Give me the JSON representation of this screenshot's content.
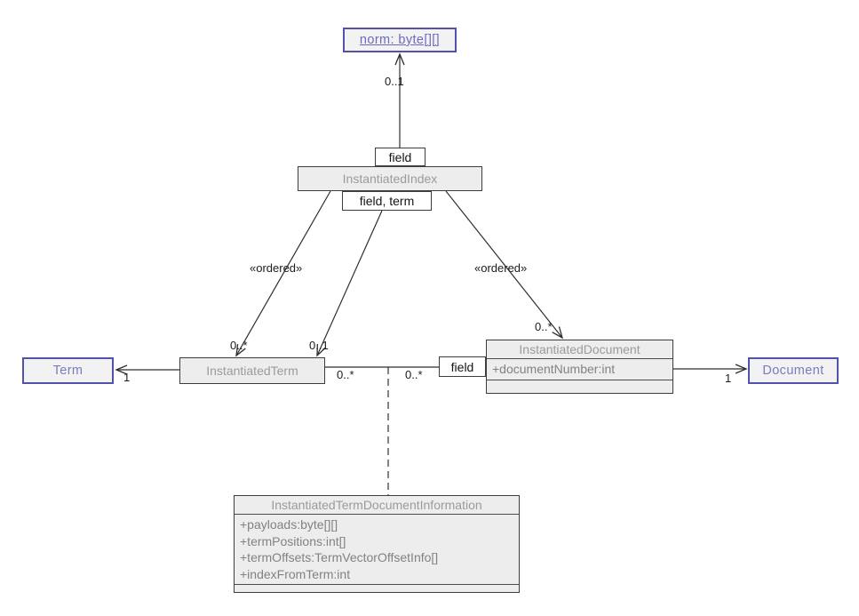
{
  "colors": {
    "link_blue_border": "#5252ad",
    "link_blue_text": "#7a7ac2",
    "class_fill": "#ededed",
    "class_border": "#3d3d3d",
    "class_name_text": "#9b9b9b",
    "attribute_text": "#828282",
    "line": "#2e2e2e",
    "label_text": "#1b1b1b"
  },
  "classes": {
    "norm": {
      "name": "norm: byte[][]"
    },
    "instantiated_index": {
      "name": "InstantiatedIndex"
    },
    "instantiated_term": {
      "name": "InstantiatedTerm"
    },
    "term": {
      "name": "Term"
    },
    "document": {
      "name": "Document"
    },
    "instantiated_document": {
      "name": "InstantiatedDocument",
      "attributes": [
        "+documentNumber:int"
      ]
    },
    "instantiated_term_document_information": {
      "name": "InstantiatedTermDocumentInformation",
      "attributes": [
        "+payloads:byte[][]",
        "+termPositions:int[]",
        "+termOffsets:TermVectorOffsetInfo[]",
        "+indexFromTerm:int"
      ]
    }
  },
  "qualifiers": {
    "index_norm": "field",
    "index_term": "field, term",
    "document_field": "field"
  },
  "labels": {
    "norm_multiplicity": "0..1",
    "ordered_left": "«ordered»",
    "ordered_right": "«ordered»",
    "index_term_many": "0..*",
    "index_term_optional": "0..1",
    "index_document_many": "0..*",
    "assoc_term_many": "0..*",
    "assoc_document_many": "0..*",
    "term_one": "1",
    "document_one": "1"
  }
}
